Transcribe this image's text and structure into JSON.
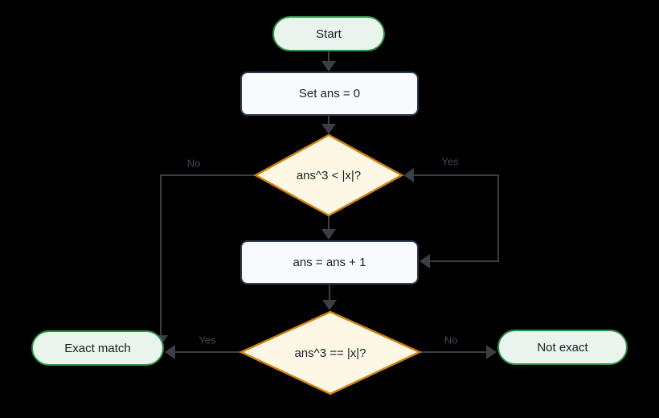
{
  "flowchart": {
    "nodes": {
      "start": {
        "label": "Start",
        "shape": "terminator"
      },
      "init": {
        "label": "Set ans = 0",
        "shape": "process"
      },
      "loop_condition": {
        "label": "ans^3 < |x|?",
        "shape": "decision"
      },
      "increment": {
        "label": "ans = ans + 1",
        "shape": "process"
      },
      "equality_check": {
        "label": "ans^3 == |x|?",
        "shape": "decision"
      },
      "exact_match": {
        "label": "Exact match",
        "shape": "terminator"
      },
      "not_exact": {
        "label": "Not exact",
        "shape": "terminator"
      }
    },
    "edge_labels": {
      "loop_no": "No",
      "loop_yes": "Yes",
      "check_yes": "Yes",
      "check_no": "No"
    },
    "colors": {
      "background": "#000000",
      "terminator_fill": "#e9f4ec",
      "terminator_border": "#2e8f46",
      "process_fill": "#f9fafd",
      "process_border": "#2c3e50",
      "decision_fill": "#fdf7e6",
      "decision_border": "#cd840e",
      "connector": "#3a3f46",
      "edge_label_color": "#3d4a5c",
      "node_label_color": "#1b1f24"
    }
  }
}
